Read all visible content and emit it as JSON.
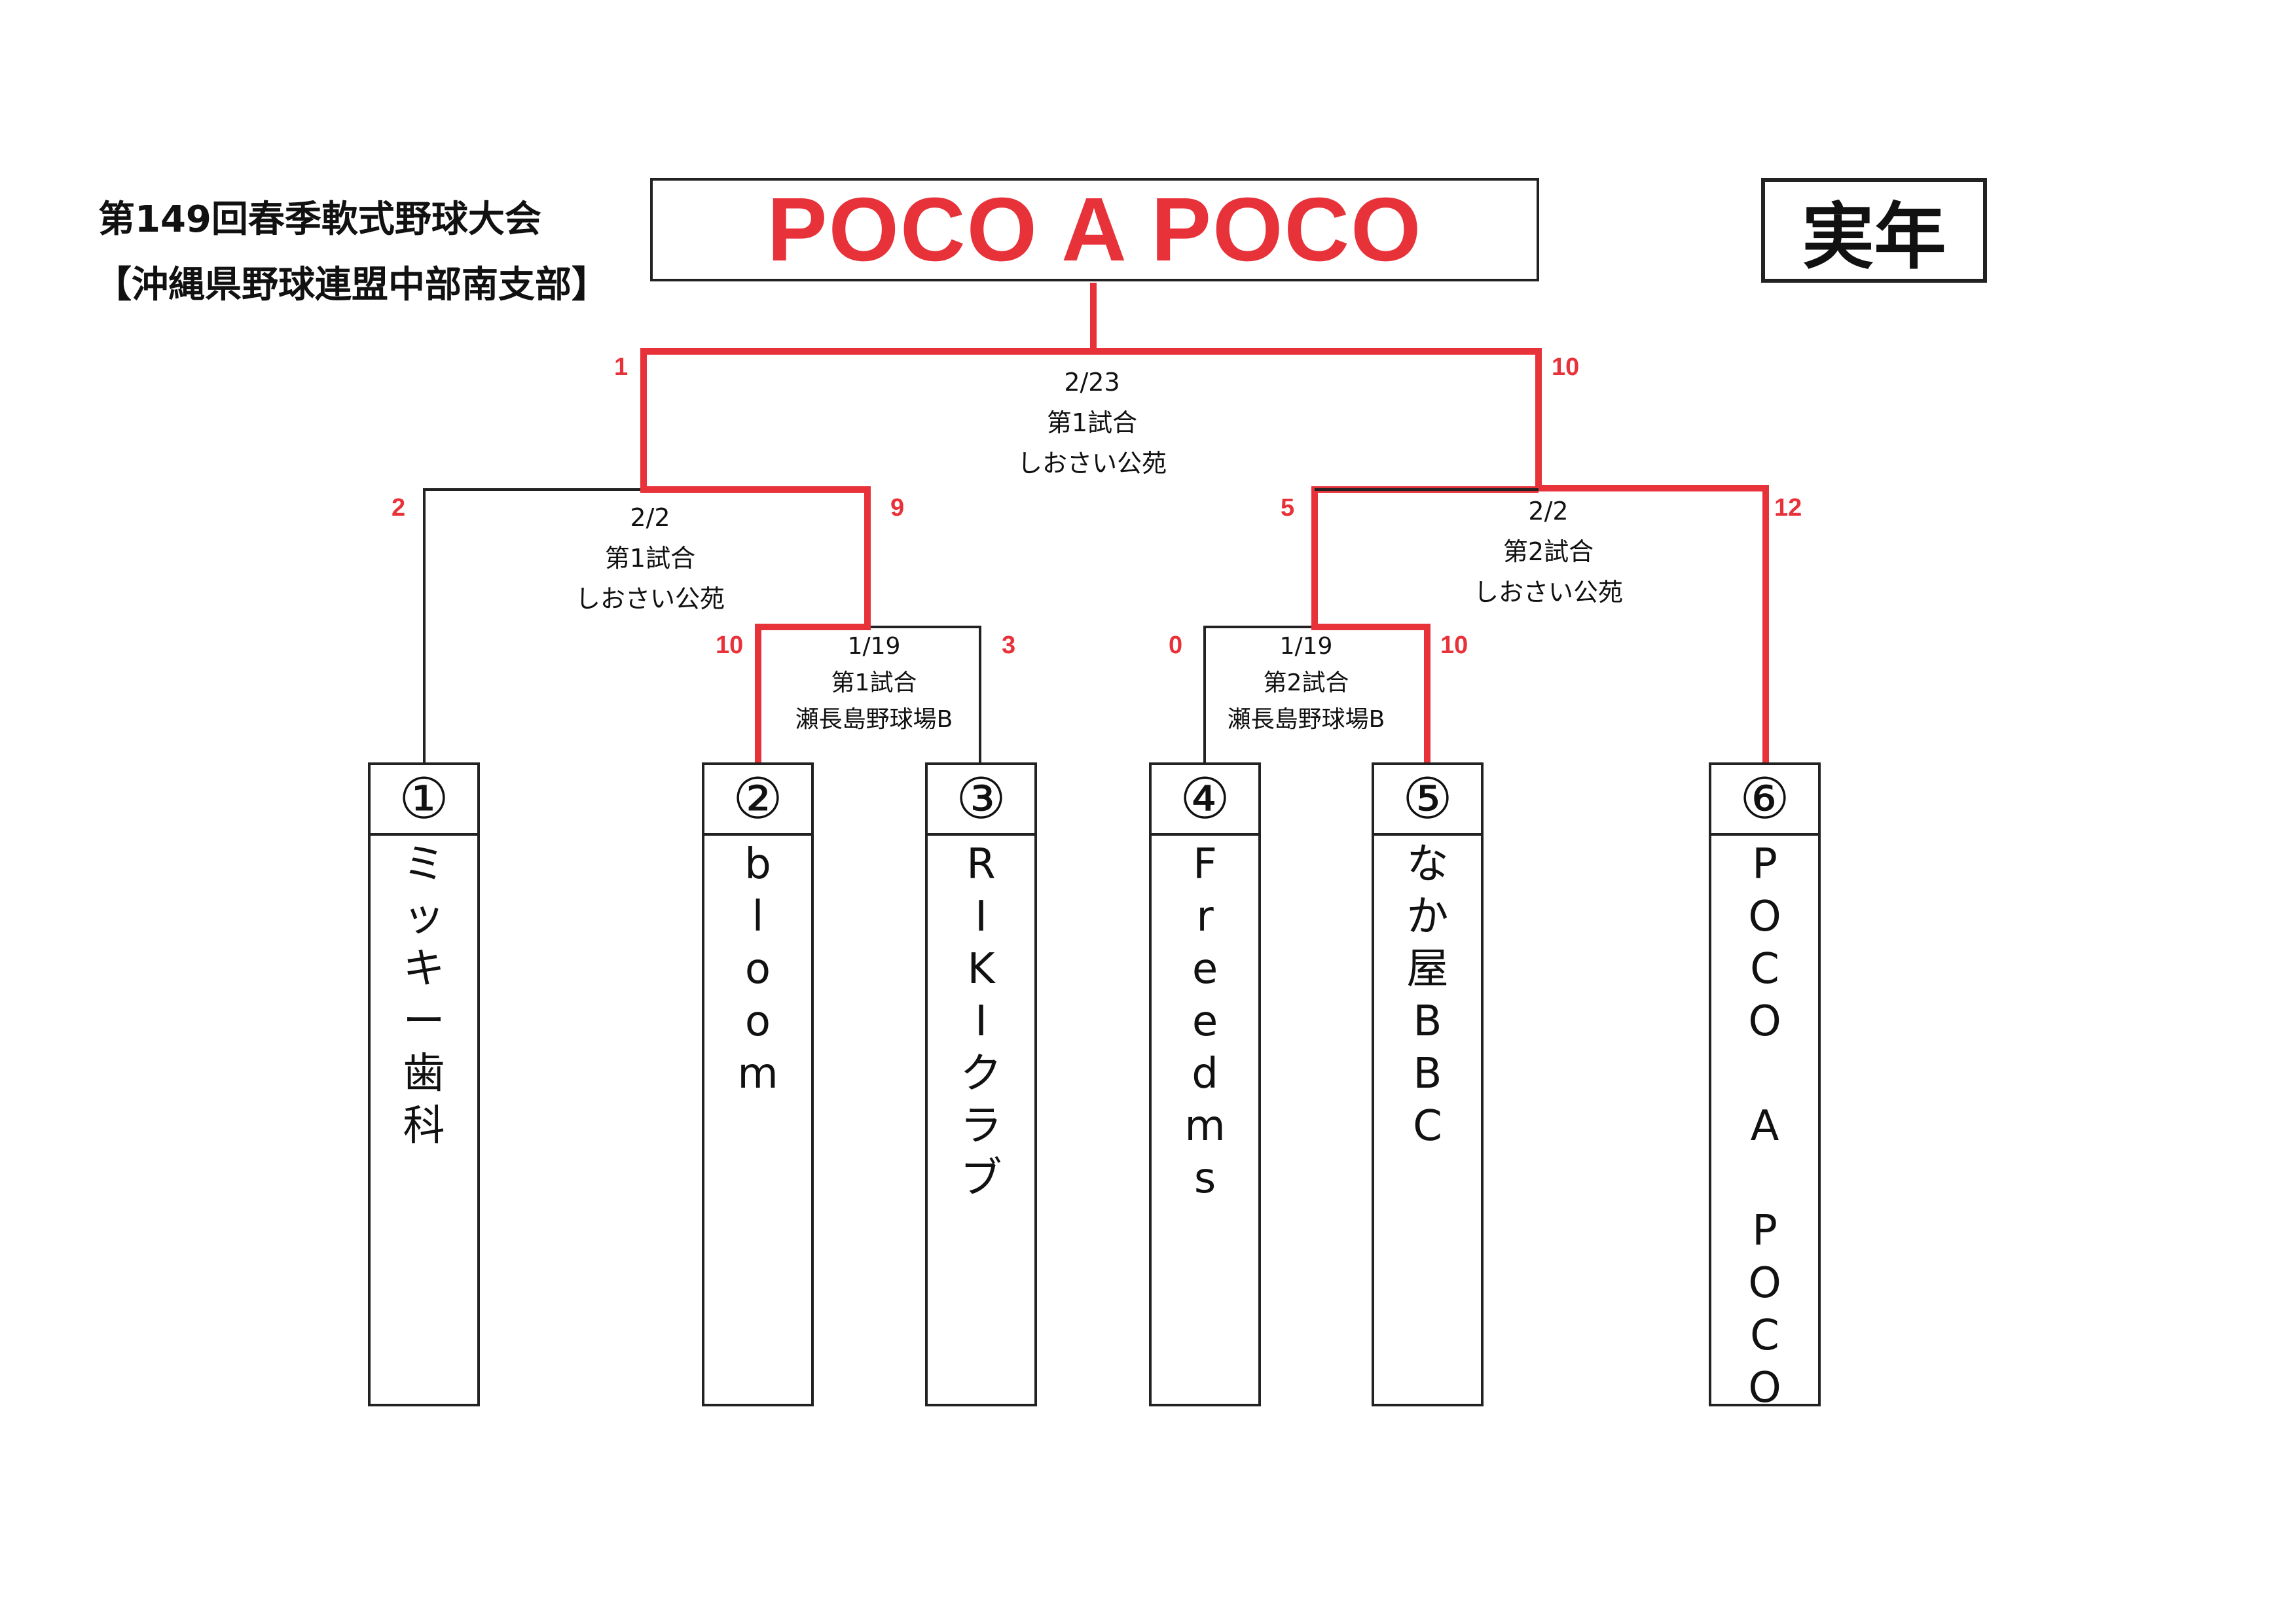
{
  "header": {
    "tournament_title": "第149回春季軟式野球大会",
    "organizer": "【沖縄県野球連盟中部南支部】",
    "champion": "POCO A POCO",
    "category": "実年"
  },
  "colors": {
    "winner_line": "#e8323a",
    "line": "#222222"
  },
  "teams": [
    {
      "seed": "①",
      "name": [
        "ミ",
        "ッ",
        "キ",
        "ー",
        "歯",
        "科"
      ]
    },
    {
      "seed": "②",
      "name": [
        "b",
        "l",
        "o",
        "o",
        "m"
      ]
    },
    {
      "seed": "③",
      "name": [
        "R",
        "I",
        "K",
        "I",
        "ク",
        "ラ",
        "ブ"
      ]
    },
    {
      "seed": "④",
      "name": [
        "F",
        "r",
        "e",
        "e",
        "d",
        "m",
        "s"
      ]
    },
    {
      "seed": "⑤",
      "name": [
        "な",
        "か",
        "屋",
        "B",
        "B",
        "C"
      ]
    },
    {
      "seed": "⑥",
      "name": [
        "P",
        "O",
        "C",
        "O",
        "",
        "A",
        "",
        "P",
        "O",
        "C",
        "O"
      ]
    }
  ],
  "matches": {
    "r1_left": {
      "date": "1/19",
      "game": "第1試合",
      "venue": "瀬長島野球場B",
      "score_left": "10",
      "score_right": "3"
    },
    "r1_right": {
      "date": "1/19",
      "game": "第2試合",
      "venue": "瀬長島野球場B",
      "score_left": "0",
      "score_right": "10"
    },
    "r2_left": {
      "date": "2/2",
      "game": "第1試合",
      "venue": "しおさい公苑",
      "score_left": "2",
      "score_right": "9"
    },
    "r2_right": {
      "date": "2/2",
      "game": "第2試合",
      "venue": "しおさい公苑",
      "score_left": "5",
      "score_right": "12"
    },
    "final": {
      "date": "2/23",
      "game": "第1試合",
      "venue": "しおさい公苑",
      "score_left": "1",
      "score_right": "10"
    }
  }
}
